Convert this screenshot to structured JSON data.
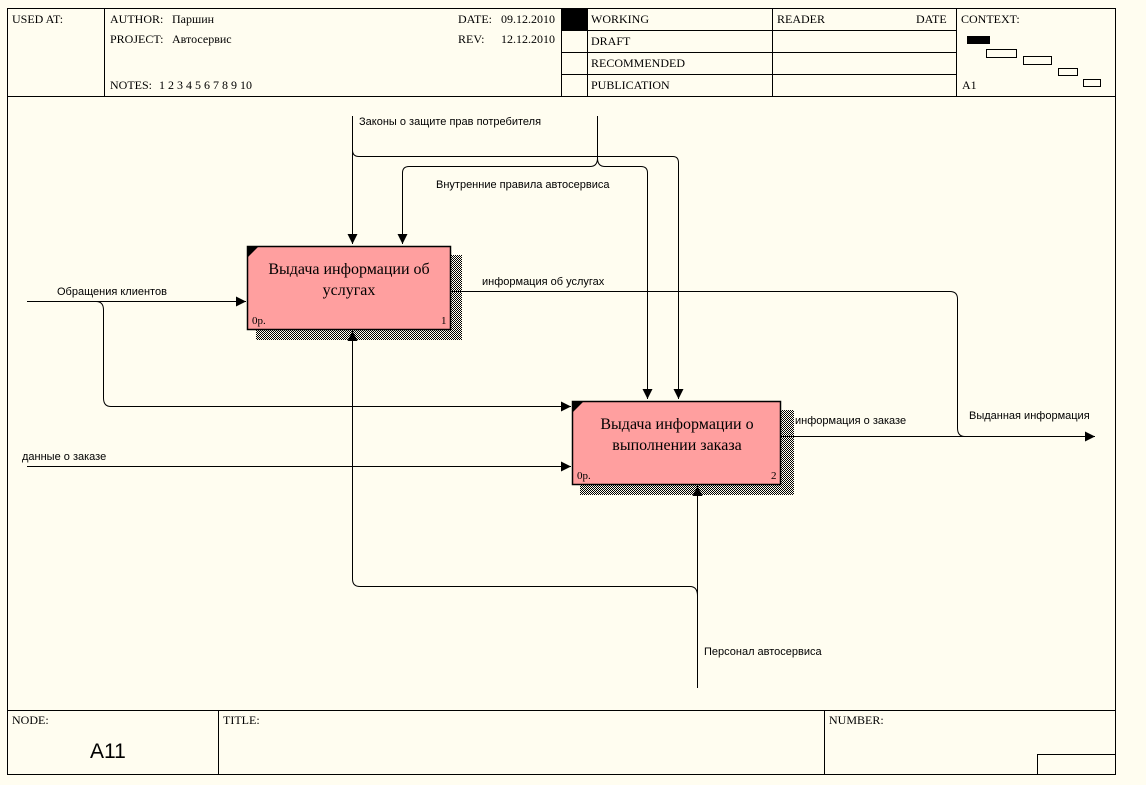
{
  "header": {
    "used_at": "USED AT:",
    "author_label": "AUTHOR:",
    "author": "Паршин",
    "project_label": "PROJECT:",
    "project": "Автосервис",
    "notes_label": "NOTES:",
    "notes": "1  2  3  4  5  6  7  8  9  10",
    "date_label": "DATE:",
    "date": "09.12.2010",
    "rev_label": "REV:",
    "rev": "12.12.2010",
    "status": [
      "WORKING",
      "DRAFT",
      "RECOMMENDED",
      "PUBLICATION"
    ],
    "active_status": "WORKING",
    "reader": "READER",
    "date2": "DATE",
    "context": "CONTEXT:",
    "context_node": "A1"
  },
  "footer": {
    "node_label": "NODE:",
    "node": "A11",
    "title_label": "TITLE:",
    "number_label": "NUMBER:"
  },
  "diagram": {
    "boxes": [
      {
        "title": "Выдача информации об услугах",
        "cost": "0р.",
        "number": "1",
        "fill": "#ff9f9f"
      },
      {
        "title": "Выдача информации о выполнении заказа",
        "cost": "0р.",
        "number": "2",
        "fill": "#ff9f9f"
      }
    ],
    "arrows": {
      "law": "Законы о защите прав потребителя",
      "rules": "Внутренние правила автосервиса",
      "requests": "Обращения клиентов",
      "service_info": "информация об услугах",
      "order_data": "данные о заказе",
      "order_info": "информация о заказе",
      "output": "Выданная информация",
      "staff": "Персонал автосервиса"
    }
  }
}
